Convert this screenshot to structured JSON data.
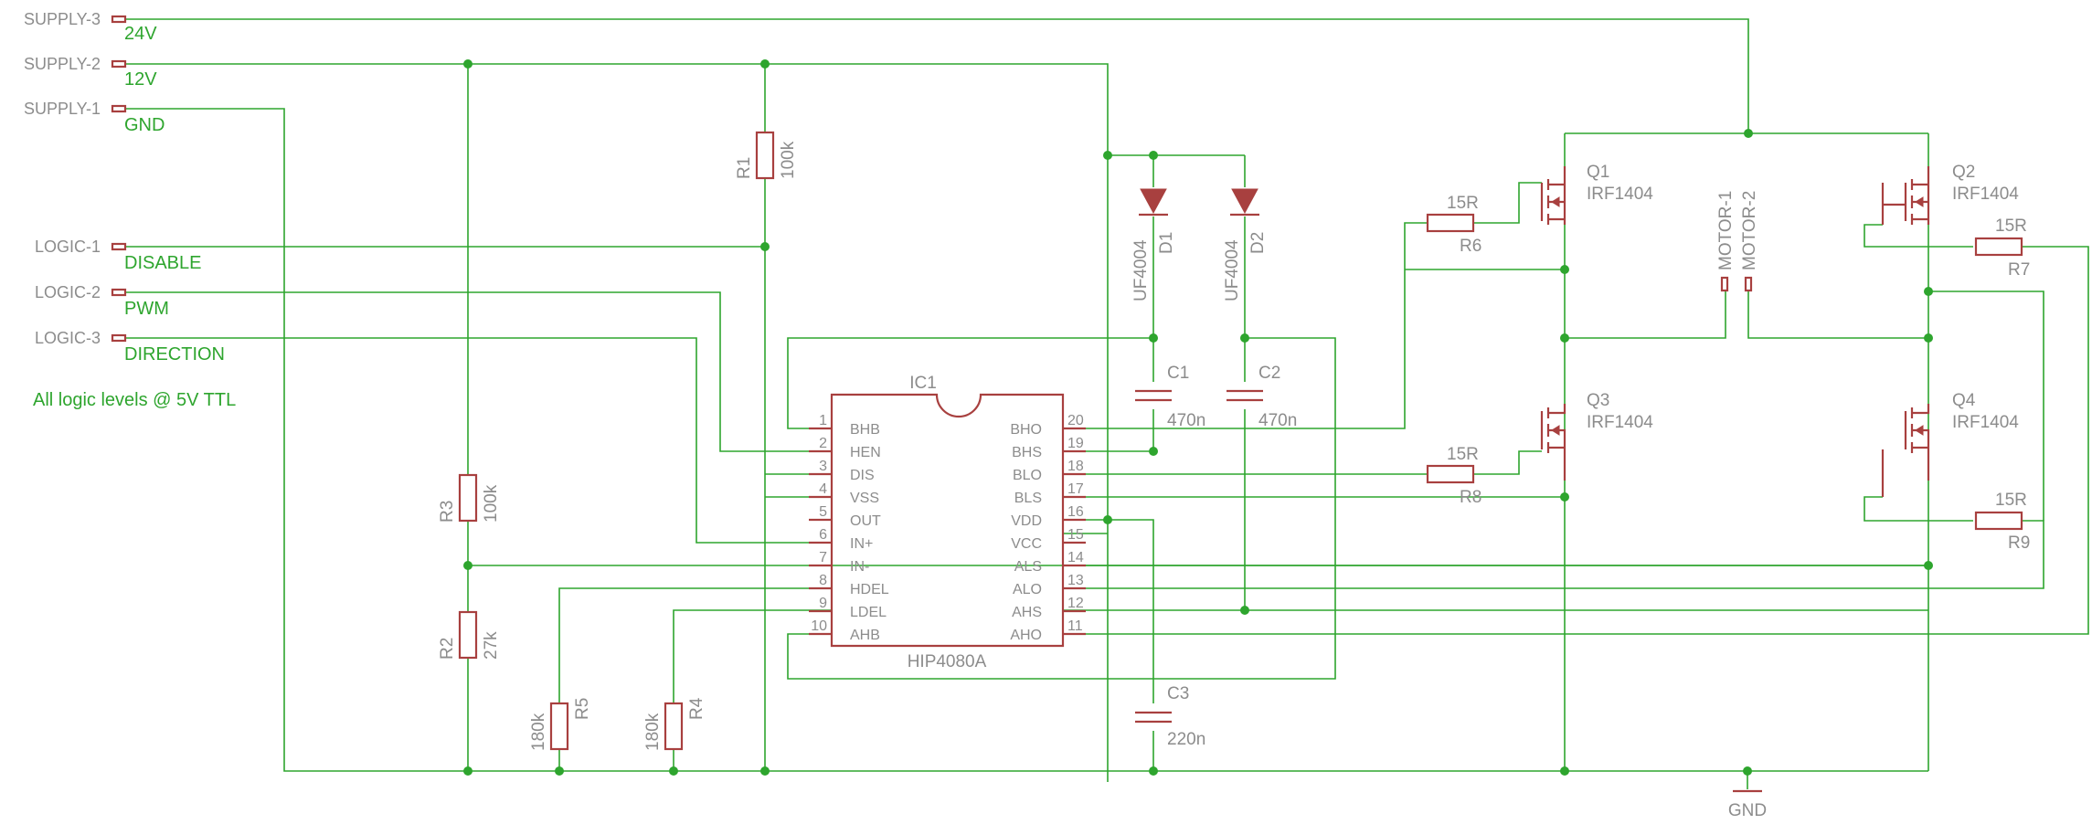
{
  "supply": {
    "s3": "SUPPLY-3",
    "s3v": "24V",
    "s2": "SUPPLY-2",
    "s2v": "12V",
    "s1": "SUPPLY-1",
    "s1v": "GND"
  },
  "logic": {
    "l1": "LOGIC-1",
    "l1v": "DISABLE",
    "l2": "LOGIC-2",
    "l2v": "PWM",
    "l3": "LOGIC-3",
    "l3v": "DIRECTION",
    "note": "All logic levels @ 5V TTL"
  },
  "ic": {
    "name": "IC1",
    "value": "HIP4080A",
    "left_names": [
      "BHB",
      "HEN",
      "DIS",
      "VSS",
      "OUT",
      "IN+",
      "IN-",
      "HDEL",
      "LDEL",
      "AHB"
    ],
    "left_nums": [
      "1",
      "2",
      "3",
      "4",
      "5",
      "6",
      "7",
      "8",
      "9",
      "10"
    ],
    "right_names": [
      "BHO",
      "BHS",
      "BLO",
      "BLS",
      "VDD",
      "VCC",
      "ALS",
      "ALO",
      "AHS",
      "AHO"
    ],
    "right_nums": [
      "20",
      "19",
      "18",
      "17",
      "16",
      "15",
      "14",
      "13",
      "12",
      "11"
    ]
  },
  "resistors": {
    "r1": "R1",
    "r1v": "100k",
    "r2": "R2",
    "r2v": "27k",
    "r3": "R3",
    "r3v": "100k",
    "r4": "R4",
    "r4v": "180k",
    "r5": "R5",
    "r5v": "180k",
    "r6": "R6",
    "r6v": "15R",
    "r7": "R7",
    "r7v": "15R",
    "r8": "R8",
    "r8v": "15R",
    "r9": "R9",
    "r9v": "15R"
  },
  "diodes": {
    "d1": "D1",
    "d1v": "UF4004",
    "d2": "D2",
    "d2v": "UF4004"
  },
  "caps": {
    "c1": "C1",
    "c1v": "470n",
    "c2": "C2",
    "c2v": "470n",
    "c3": "C3",
    "c3v": "220n"
  },
  "mosfets": {
    "q1": "Q1",
    "q2": "Q2",
    "q3": "Q3",
    "q4": "Q4",
    "type": "IRF1404"
  },
  "motor": {
    "m1": "MOTOR-1",
    "m2": "MOTOR-2"
  },
  "ground": "GND",
  "colors": {
    "wire": "#2ea52e",
    "part": "#a8403f",
    "label": "#8c8c8c"
  }
}
